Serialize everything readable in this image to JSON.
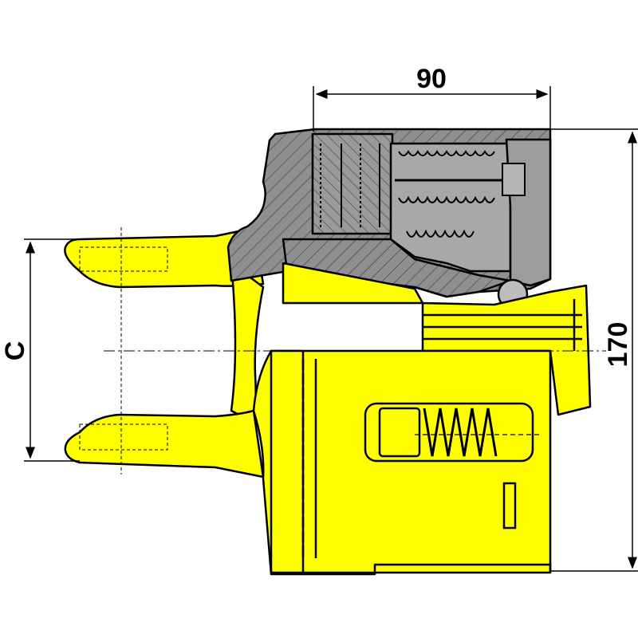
{
  "dimensions": {
    "width_label": "90",
    "height_label": "170",
    "fork_label": "C"
  },
  "colors": {
    "body_yellow": "#ffff00",
    "housing_gray": "#8f8f8f",
    "outline": "#000000",
    "background": "#ffffff"
  }
}
